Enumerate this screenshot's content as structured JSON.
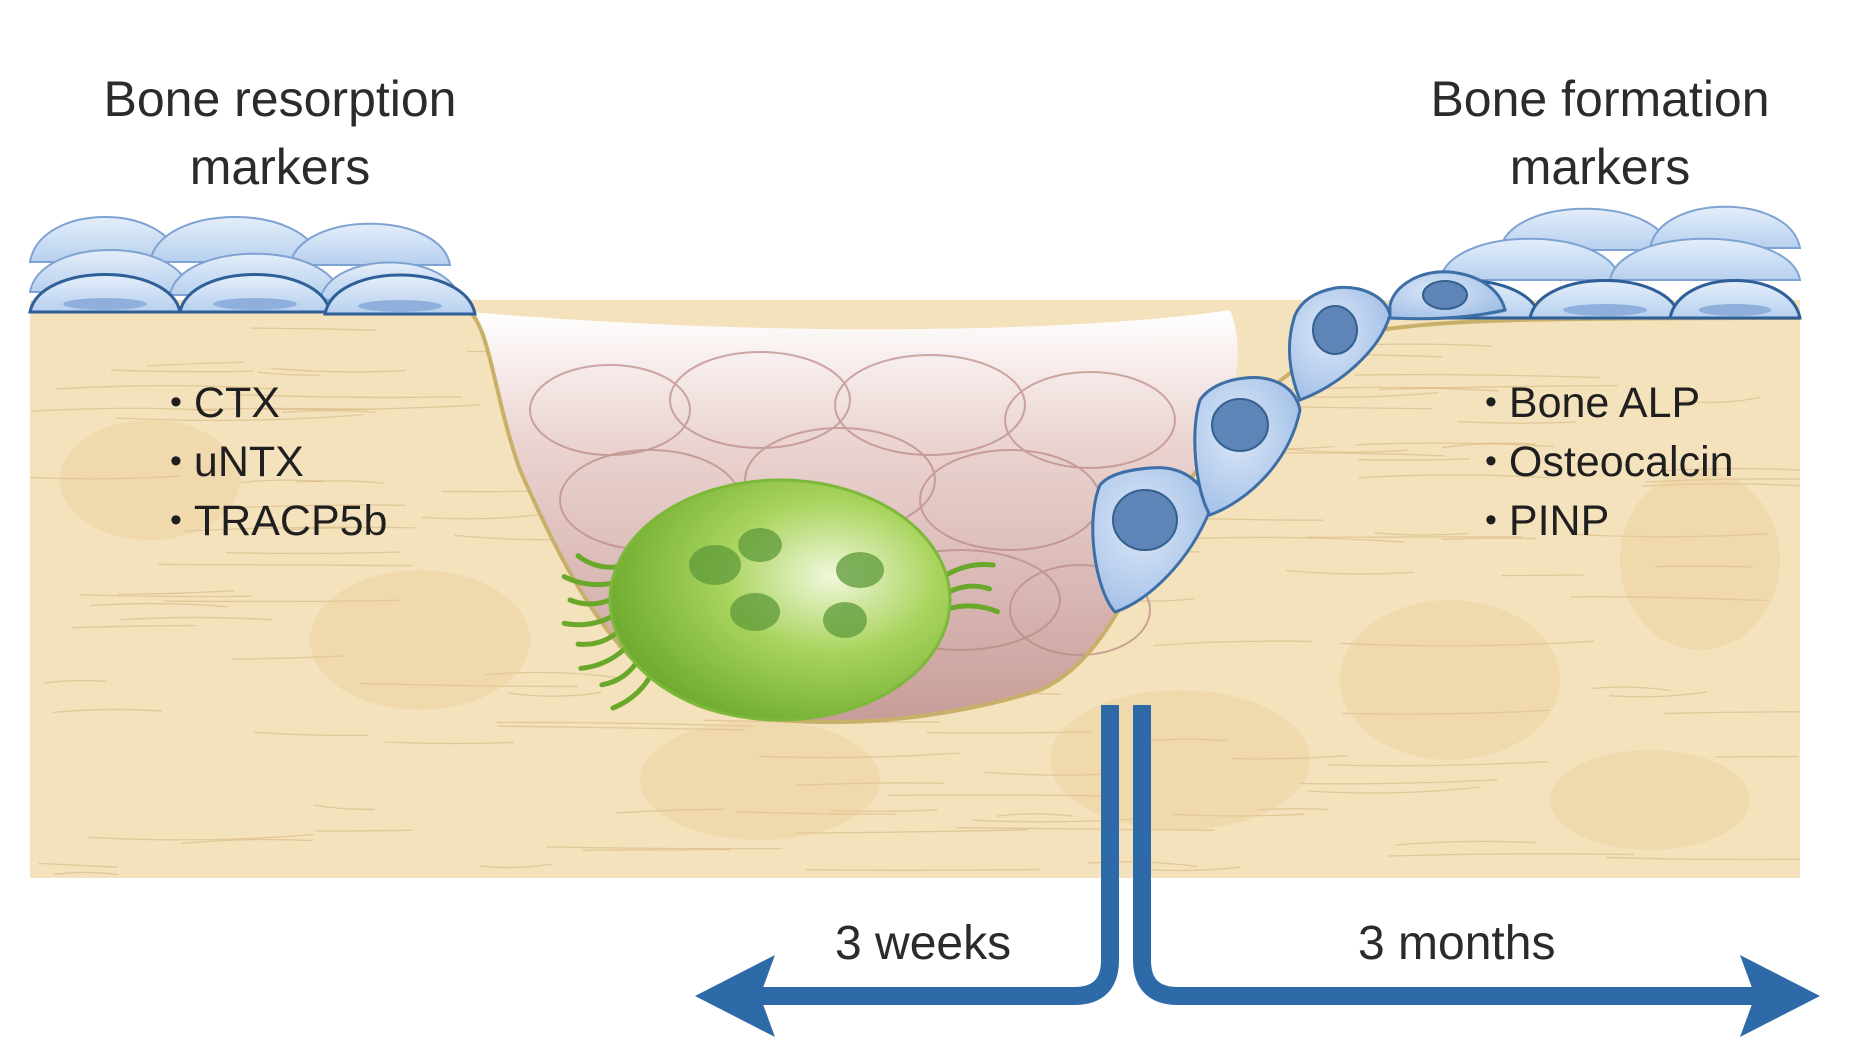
{
  "resorption": {
    "title_line1": "Bone resorption",
    "title_line2": "markers",
    "markers": [
      "CTX",
      "uNTX",
      "TRACP5b"
    ]
  },
  "formation": {
    "title_line1": "Bone formation",
    "title_line2": "markers",
    "markers": [
      "Bone ALP",
      "Osteocalcin",
      "PINP"
    ]
  },
  "timeline": {
    "left_label": "3 weeks",
    "right_label": "3 months"
  },
  "colors": {
    "bone": "#f4e2bd",
    "bone_fiber": "#d9b878",
    "lining_cells": "#bcd3ee",
    "osteoclast": "#8cc63f",
    "osteoblast": "#b3ccec",
    "cavity": "#c9a09c",
    "arrow": "#2e6aa8"
  }
}
